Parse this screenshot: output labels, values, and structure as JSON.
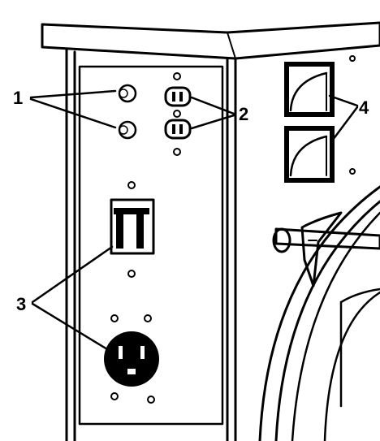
{
  "callouts": {
    "label_1": "1",
    "label_2": "2",
    "label_3": "3",
    "label_4": "4"
  },
  "colors": {
    "ink": "#000000",
    "paper": "#ffffff"
  }
}
